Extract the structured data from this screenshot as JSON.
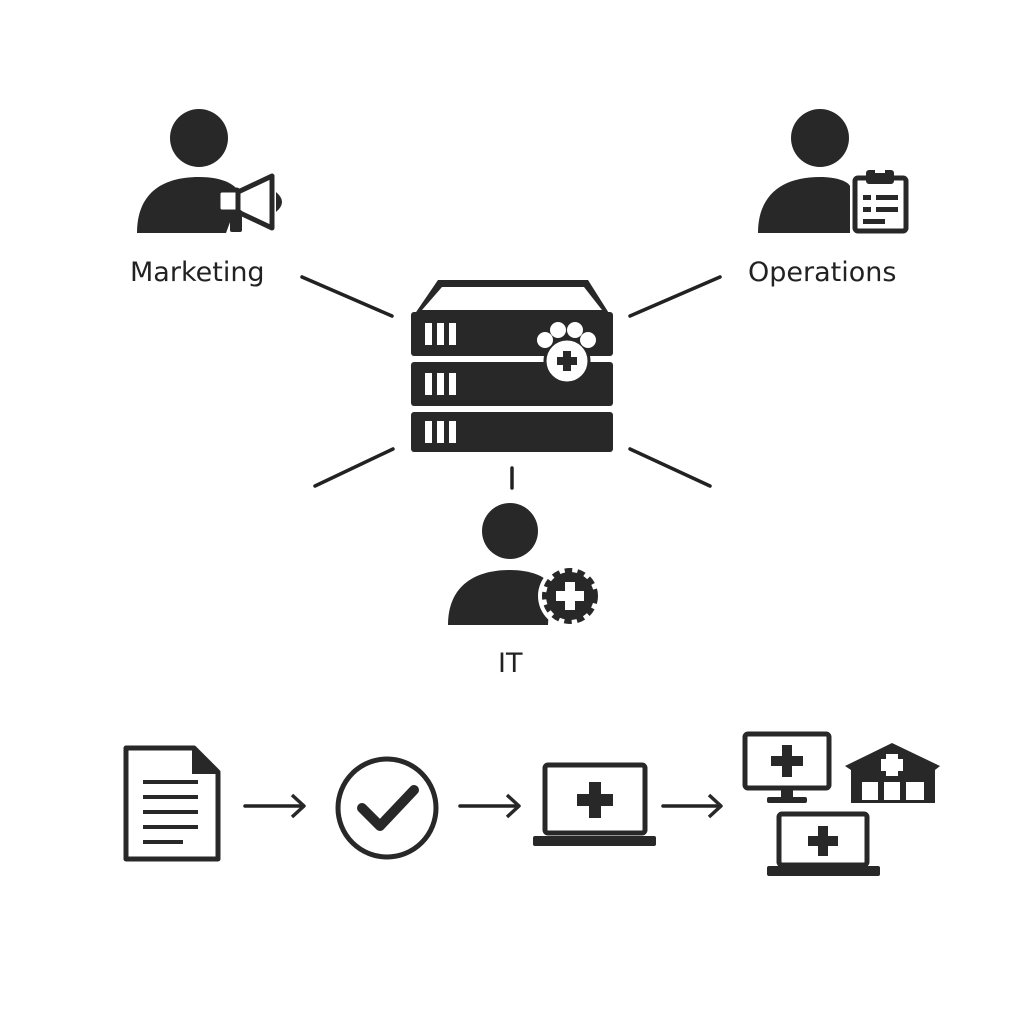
{
  "nodes": {
    "marketing": {
      "label": "Marketing",
      "icon": "person-megaphone-icon"
    },
    "operations": {
      "label": "Operations",
      "icon": "person-clipboard-icon"
    },
    "it": {
      "label": "IT",
      "icon": "person-gear-icon"
    },
    "server": {
      "icon": "server-paw-medical-icon"
    }
  },
  "workflow": {
    "steps": [
      "document-icon",
      "checkmark-circle-icon",
      "laptop-medical-icon",
      "multi-device-clinic-icon"
    ]
  },
  "colors": {
    "icon": "#282828",
    "background": "#ffffff"
  }
}
